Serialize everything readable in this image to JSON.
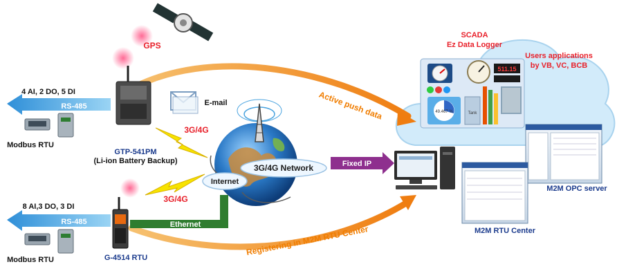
{
  "labels": {
    "gps": "GPS",
    "scada": "SCADA",
    "ez_data_logger": "Ez Data Logger",
    "users_applications": "Users applications",
    "by_vb_vc_bcb": "by VB, VC, BCB",
    "top_io": "4 AI, 2 DO, 5 DI",
    "top_rs485": "RS-485",
    "modbus_rtu_top": "Modbus RTU",
    "email": "E-mail",
    "active_push": "Active push data",
    "gtp_name": "GTP-541PM",
    "gtp_battery": "(Li-ion Battery Backup)",
    "cell_top": "3G/4G",
    "network": "3G/4G Network",
    "internet": "Internet",
    "fixed_ip": "Fixed IP",
    "cell_bottom": "3G/4G",
    "bottom_io": "8 AI,3 DO, 3 DI",
    "bottom_rs485": "RS-485",
    "ethernet": "Ethernet",
    "registering": "Registering in M2M RTU Center",
    "modbus_rtu_bottom": "Modbus RTU",
    "g4514_name": "G-4514 RTU",
    "m2m_opc": "M2M OPC server",
    "m2m_rtu_center": "M2M RTU Center",
    "gauge_readout": "49.467 %",
    "digital_readout": "511.15",
    "tank_label": "Tank"
  },
  "colors": {
    "red_text": "#e8202a",
    "orange_text": "#f07d00",
    "navy_text": "#1a3a8c",
    "arrow_blue": "#57b4ea",
    "arrow_orange": "#f39322",
    "ethernet_green": "#2f7d2f",
    "fixed_ip_purple": "#8e2f8e",
    "cloud_fill": "#d2ebfa",
    "globe_blue": "#2a79c6",
    "lightning": "#f7e300"
  },
  "icons": [
    "satellite-icon",
    "envelope-icon",
    "antenna-tower-icon",
    "globe-icon",
    "lightning-icon",
    "computer-icon",
    "modbus-device-icon",
    "cloud-icon"
  ]
}
